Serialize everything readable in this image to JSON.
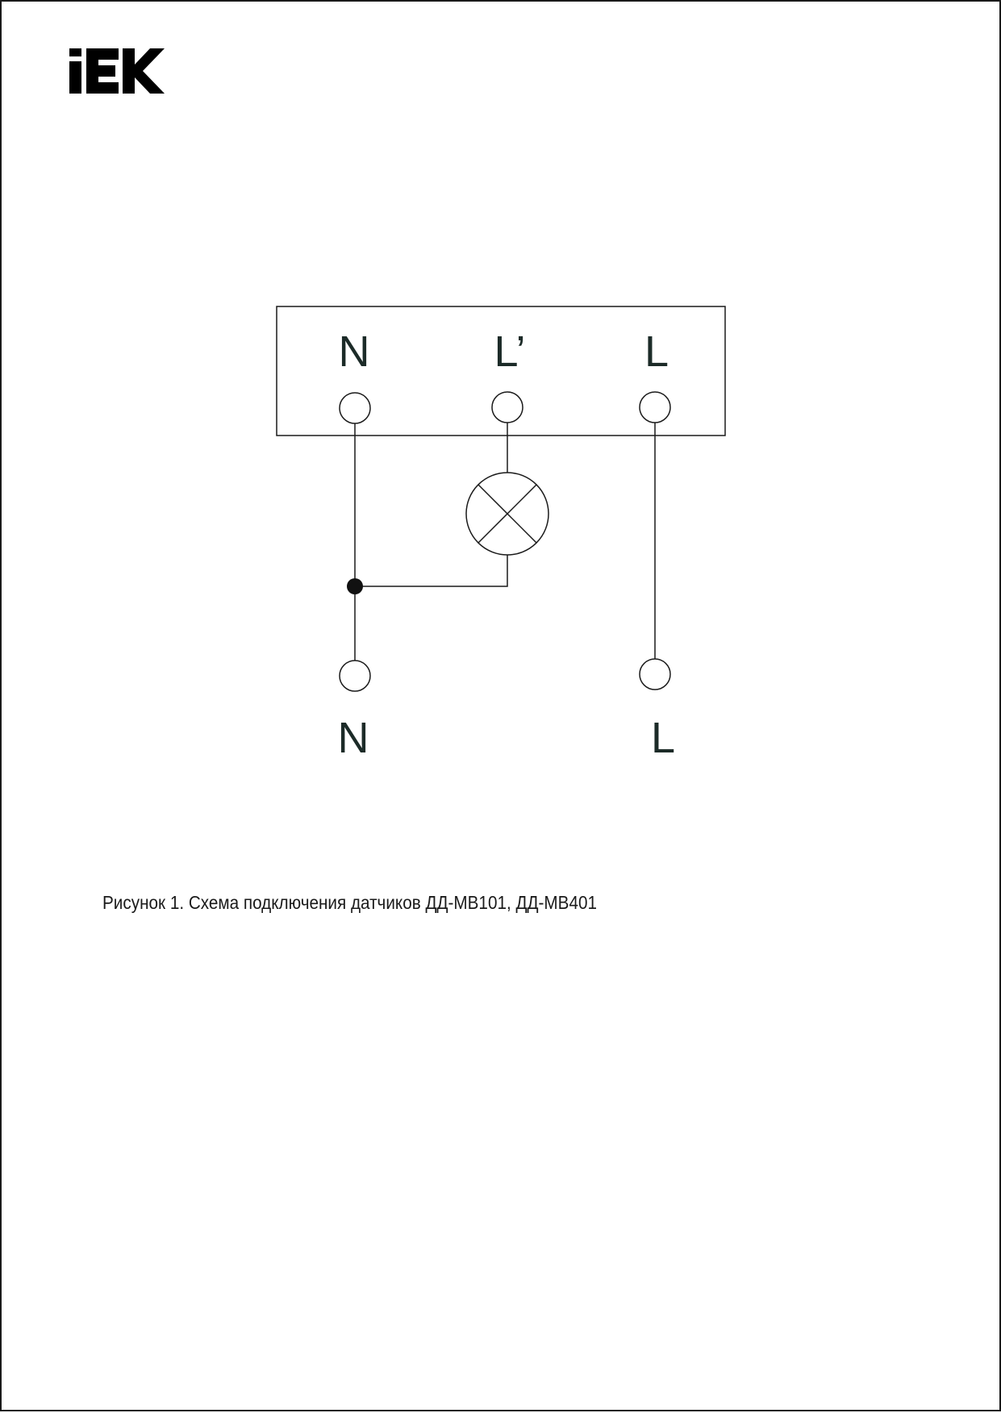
{
  "brand": {
    "name": "IEK"
  },
  "diagram": {
    "device_terminals": {
      "n": "N",
      "l_prime": "L’",
      "l": "L"
    },
    "supply_terminals": {
      "n": "N",
      "l": "L"
    }
  },
  "caption": "Рисунок 1. Схема подключения датчиков ДД-МВ101, ДД-МВ401"
}
